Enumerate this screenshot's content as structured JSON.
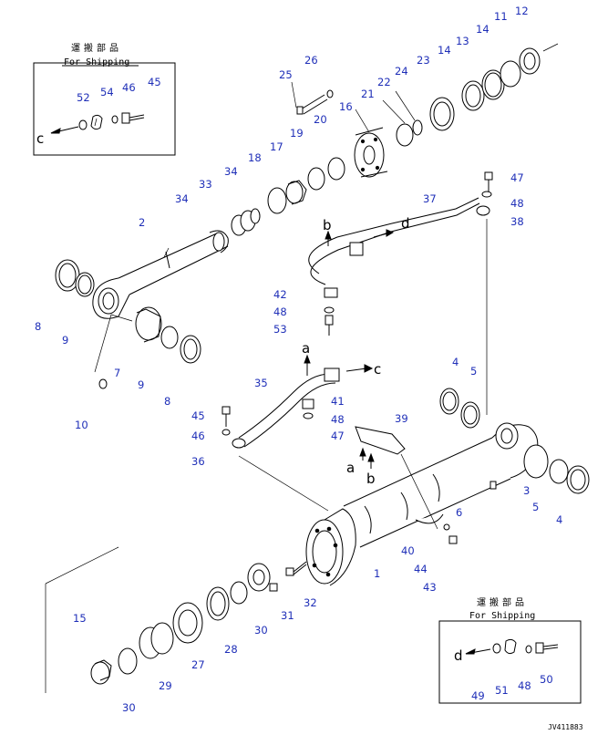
{
  "shipping_boxes": [
    {
      "jp": "運搬部品",
      "en": "For Shipping"
    },
    {
      "jp": "運搬部品",
      "en": "For Shipping"
    }
  ],
  "callouts": [
    "1",
    "2",
    "3",
    "4",
    "4",
    "5",
    "5",
    "6",
    "7",
    "8",
    "8",
    "9",
    "9",
    "10",
    "11",
    "12",
    "13",
    "14",
    "14",
    "15",
    "16",
    "17",
    "18",
    "19",
    "20",
    "21",
    "22",
    "23",
    "24",
    "25",
    "26",
    "27",
    "28",
    "29",
    "30",
    "30",
    "31",
    "32",
    "33",
    "34",
    "34",
    "35",
    "36",
    "37",
    "38",
    "39",
    "40",
    "41",
    "42",
    "43",
    "44",
    "45",
    "45",
    "46",
    "46",
    "47",
    "47",
    "48",
    "48",
    "48",
    "49",
    "50",
    "51",
    "52",
    "53",
    "54"
  ],
  "flow_labels": [
    "a",
    "a",
    "b",
    "b",
    "c",
    "c",
    "d",
    "d"
  ],
  "drawing_code": "JV411883",
  "colors": {
    "callout": "#1f2fb8",
    "line": "#000000"
  }
}
